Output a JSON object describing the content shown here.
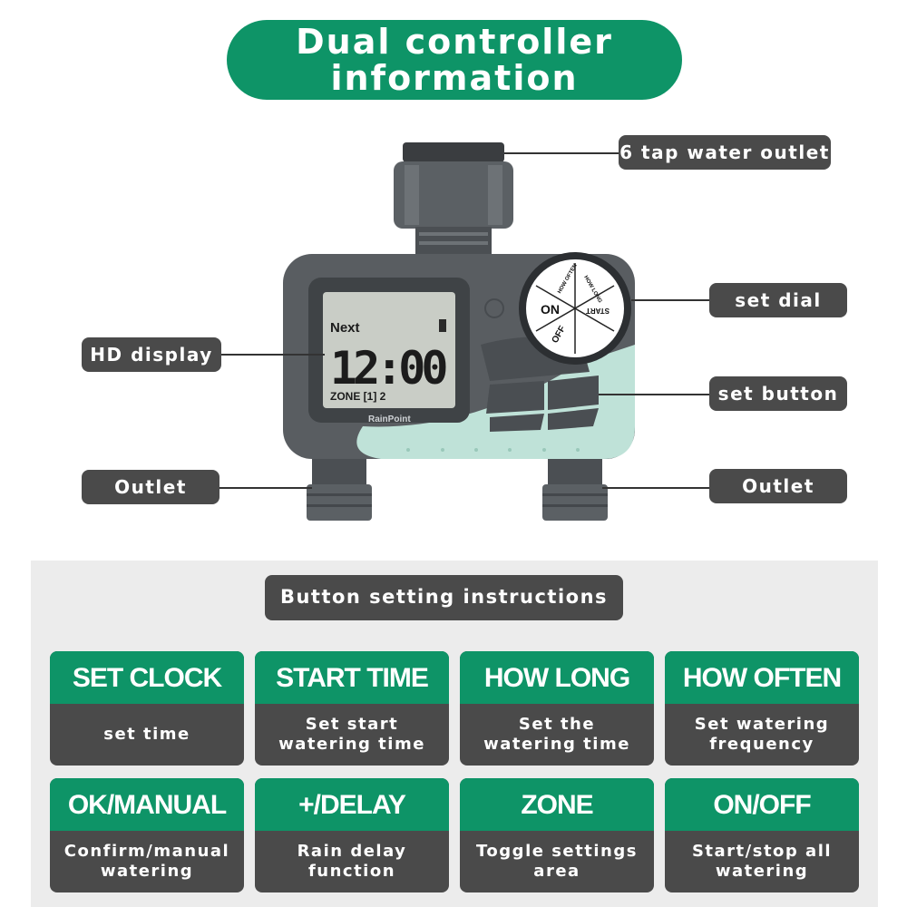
{
  "title": {
    "line1": "Dual controller",
    "line2": "information"
  },
  "callouts": {
    "tap_outlet": "6 tap water outlet",
    "set_dial": "set dial",
    "hd_display": "HD display",
    "set_button": "set button",
    "outlet_left": "Outlet",
    "outlet_right": "Outlet"
  },
  "device": {
    "lcd_next": "Next",
    "lcd_time": "12:00",
    "lcd_zone": "ZONE [1] 2",
    "brand": "RainPoint",
    "dial_on": "ON",
    "dial_off": "OFF",
    "dial_start": "START",
    "dial_how_long": "HOW LONG",
    "dial_how_often": "HOW OFTEN"
  },
  "section_title": "Button setting instructions",
  "buttons": [
    {
      "name": "SET CLOCK",
      "desc": "set time"
    },
    {
      "name": "START TIME",
      "desc": "Set start\nwatering time"
    },
    {
      "name": "HOW LONG",
      "desc": "Set the\nwatering time"
    },
    {
      "name": "HOW OFTEN",
      "desc": "Set watering\nfrequency"
    },
    {
      "name": "OK/MANUAL",
      "desc": "Confirm/manual\nwatering"
    },
    {
      "name": "+/DELAY",
      "desc": "Rain delay\nfunction"
    },
    {
      "name": "ZONE",
      "desc": "Toggle settings\narea"
    },
    {
      "name": "ON/OFF",
      "desc": "Start/stop all\nwatering"
    }
  ],
  "colors": {
    "green": "#0e9467",
    "dark_gray": "#4a4a4a",
    "panel_gray": "#ececec"
  }
}
